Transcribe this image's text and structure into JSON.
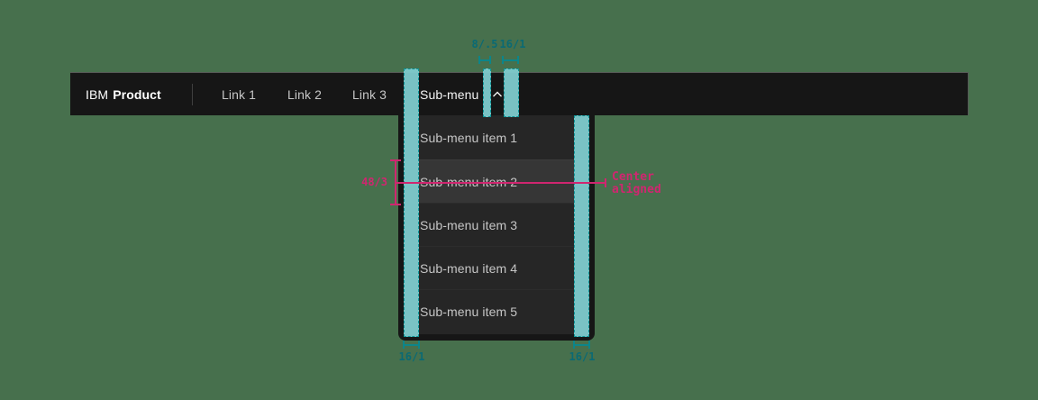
{
  "colors": {
    "background": "#47704d",
    "header_bg": "#161616",
    "menu_bg": "#262626",
    "menu_active_bg": "#363636",
    "overlay_teal_fill": "#7ecbcd",
    "overlay_teal_border": "#0d9598",
    "teal_annotation_text": "#0a6a74",
    "pink_annotation": "#d02670",
    "header_text": "#ffffff",
    "link_text": "#c6c6c6"
  },
  "header": {
    "brand_prefix": "IBM",
    "brand_name": "Product",
    "links": [
      "Link 1",
      "Link 2",
      "Link 3"
    ],
    "submenu_label": "Sub-menu",
    "chevron_icon": "chevron-up"
  },
  "menu": {
    "items": [
      "Sub-menu item 1",
      "Sub-menu item 2",
      "Sub-menu item 3",
      "Sub-menu item 4",
      "Sub-menu item 5"
    ],
    "active_item": "Sub-menu item 2"
  },
  "annotations": {
    "top_gap_label": "8/.5",
    "top_padding_label": "16/1",
    "bottom_left_padding_label": "16/1",
    "bottom_right_padding_label": "16/1",
    "item_height_label": "48/3",
    "alignment_label": "Center aligned"
  }
}
